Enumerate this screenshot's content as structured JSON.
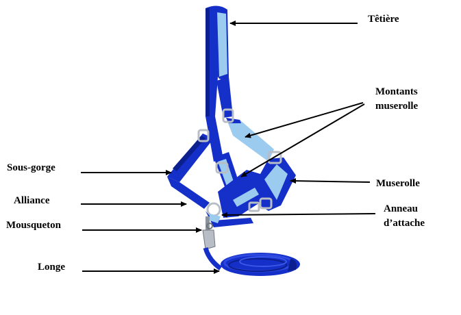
{
  "diagram": {
    "colors": {
      "strap_blue": "#1530c8",
      "strap_dark": "#0c1f8f",
      "padding_light_blue": "#9ccbf0",
      "metal": "#b9bec6",
      "line": "#000000"
    },
    "labels": {
      "tetiere": "Têtière",
      "montants_line1": "Montants",
      "montants_line2": "muserolle",
      "sous_gorge": "Sous-gorge",
      "muserolle": "Muserolle",
      "alliance": "Alliance",
      "anneau_line1": "Anneau",
      "anneau_line2": "d’attache",
      "mousqueton": "Mousqueton",
      "longe": "Longe"
    }
  }
}
